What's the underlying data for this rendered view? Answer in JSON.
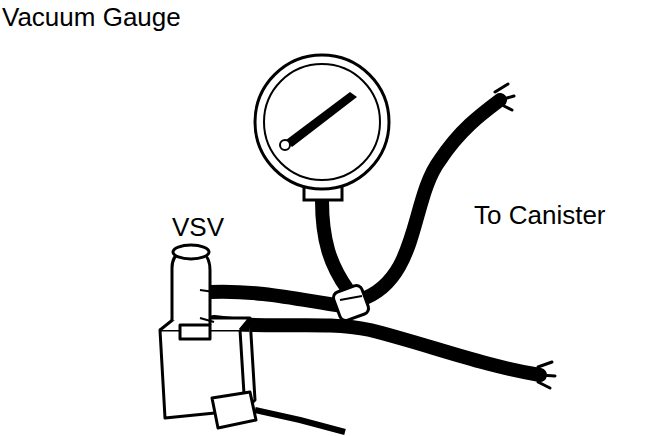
{
  "diagram": {
    "labels": [
      "Vacuum Gauge",
      "VSV",
      "To Canister"
    ]
  }
}
